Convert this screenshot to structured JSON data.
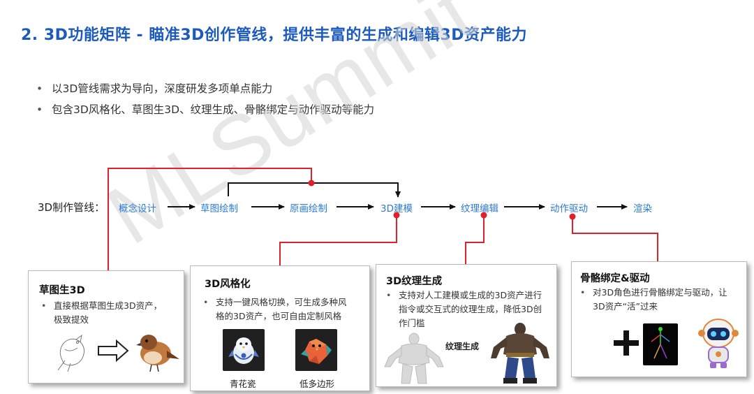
{
  "title": "2. 3D功能矩阵 - 瞄准3D创作管线，提供丰富的生成和编辑3D资产能力",
  "bullets": [
    "以3D管线需求为导向，深度研发多项单点能力",
    "包含3D风格化、草图生3D、纹理生成、骨骼绑定与动作驱动等能力"
  ],
  "watermark": "MLSummit",
  "pipeline": {
    "label": "3D制作管线：",
    "stages": [
      "概念设计",
      "草图绘制",
      "原画绘制",
      "3D建模",
      "纹理编辑",
      "动作驱动",
      "渲染"
    ]
  },
  "cards": [
    {
      "title": "草图生3D",
      "lines": [
        "直接根据草图生成3D资产，",
        "极致提效"
      ]
    },
    {
      "title": "3D风格化",
      "lines": [
        "支持一键风格切换，可生成多种风",
        "格的3D资产，也可自由定制风格"
      ],
      "captions": [
        "青花瓷",
        "低多边形"
      ]
    },
    {
      "title": "3D纹理生成",
      "lines": [
        "支持对人工建模或生成的3D资产进行",
        "指令或交互式的纹理生成，降低3D创",
        "作门槛"
      ],
      "caption": "纹理生成"
    },
    {
      "title": "骨骼绑定&驱动",
      "lines": [
        "对3D角色进行骨骼绑定与驱动，让",
        "3D资产“活”过来"
      ]
    }
  ],
  "colors": {
    "title": "#1c5bbd",
    "stage": "#2b7bd6",
    "connector_red": "#e0202b",
    "arrow": "#111111"
  }
}
